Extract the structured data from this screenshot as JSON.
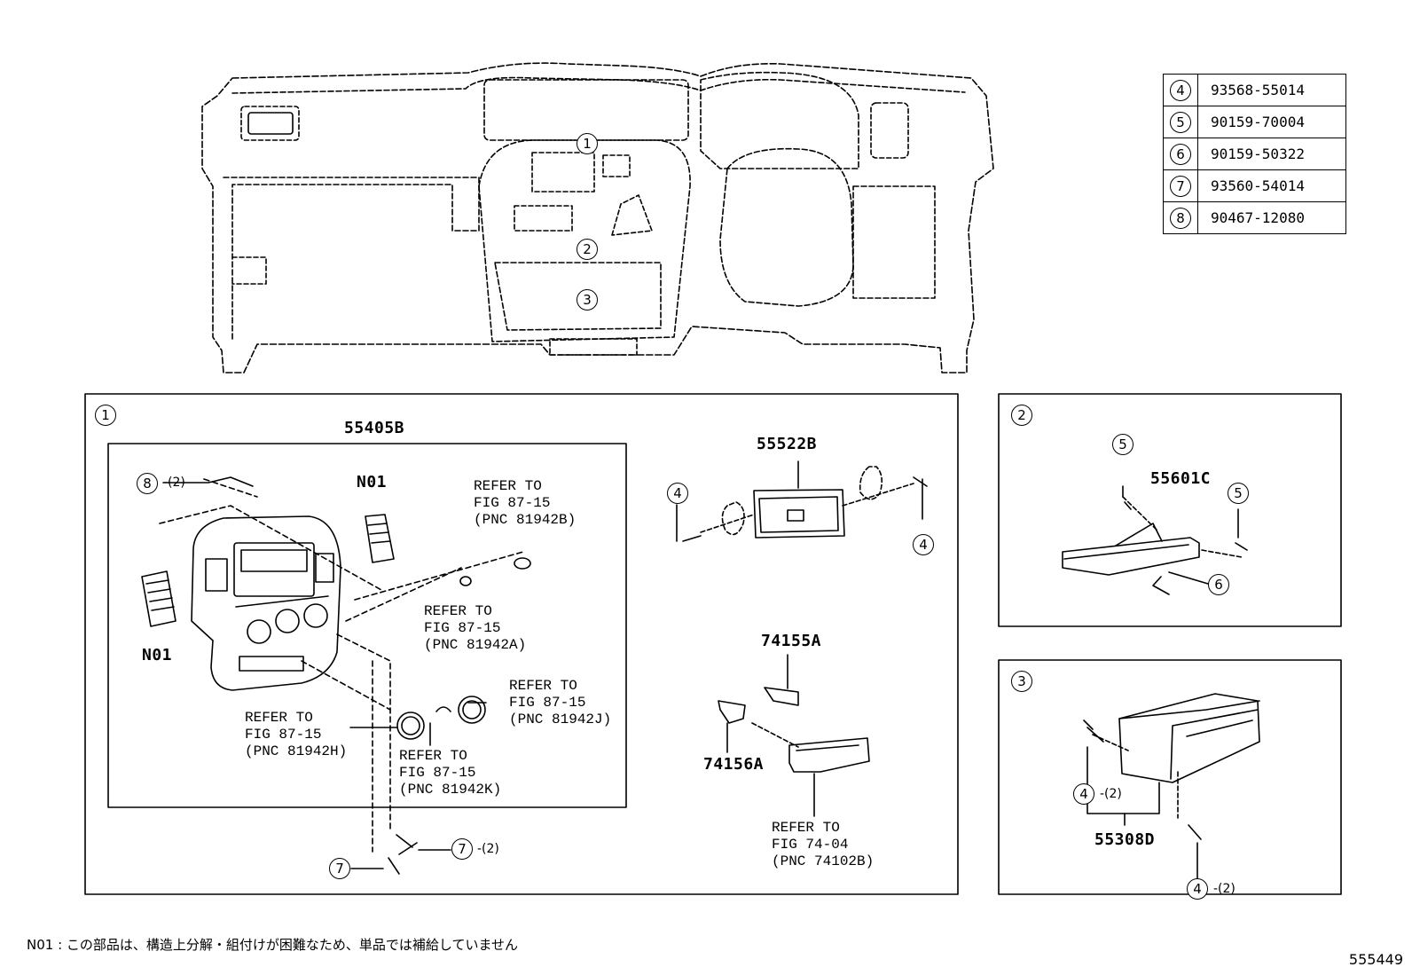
{
  "legend": [
    {
      "key": "4",
      "part": "93568-55014"
    },
    {
      "key": "5",
      "part": "90159-70004"
    },
    {
      "key": "6",
      "part": "90159-50322"
    },
    {
      "key": "7",
      "part": "93560-54014"
    },
    {
      "key": "8",
      "part": "90467-12080"
    }
  ],
  "dash_callouts": {
    "c1": "1",
    "c2": "2",
    "c3": "3"
  },
  "panel1": {
    "index": "1",
    "part_55405B": "55405B",
    "part_55522B": "55522B",
    "part_74155A": "74155A",
    "part_74156A": "74156A",
    "n01_right": "N01",
    "n01_left": "N01",
    "ref_81942B": "REFER TO\nFIG 87-15\n(PNC 81942B)",
    "ref_81942A": "REFER TO\nFIG 87-15\n(PNC 81942A)",
    "ref_81942J": "REFER TO\nFIG 87-15\n(PNC 81942J)",
    "ref_81942H": "REFER TO\nFIG 87-15\n(PNC 81942H)",
    "ref_81942K": "REFER TO\nFIG 87-15\n(PNC 81942K)",
    "ref_74102B": "REFER TO\nFIG 74-04\n(PNC 74102B)",
    "c8": "8",
    "c8_qty": "-(2)",
    "c7a": "7",
    "c7a_qty": "-(2)",
    "c7b": "7",
    "c4_left": "4",
    "c4_right": "4"
  },
  "panel2": {
    "index": "2",
    "part_55601C": "55601C",
    "c5a": "5",
    "c5b": "5",
    "c6": "6"
  },
  "panel3": {
    "index": "3",
    "part_55308D": "55308D",
    "c4a": "4",
    "c4a_qty": "-(2)",
    "c4b": "4",
    "c4b_qty": "-(2)"
  },
  "footnote": "N01 : この部品は、構造上分解・組付けが困難なため、単品では補給していません",
  "figure_id": "555449"
}
